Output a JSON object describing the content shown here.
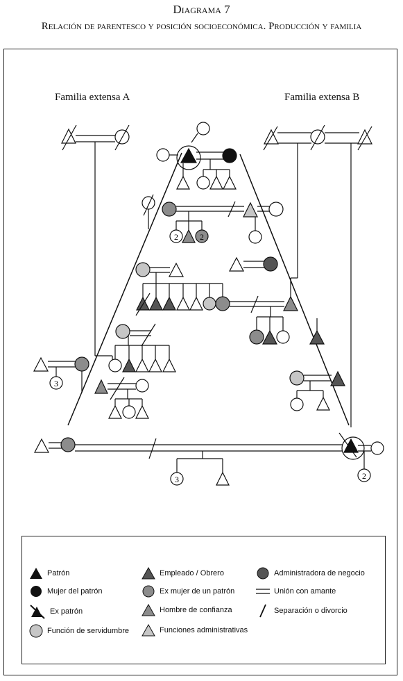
{
  "header": {
    "diagram_number": "Diagrama 7",
    "subtitle": "Relación de parentesco y posición socioeconómica. Producción y familia"
  },
  "families": {
    "a_label": "Familia extensa A",
    "b_label": "Familia extensa B"
  },
  "counts": {
    "c1": "2",
    "c2": "2",
    "c3": "3",
    "c4": "3",
    "c5": "2"
  },
  "legend": {
    "items": [
      {
        "label": "Patrón",
        "symbol": "triangle-black"
      },
      {
        "label": "Mujer del patrón",
        "symbol": "circle-black"
      },
      {
        "label": "Ex patrón",
        "symbol": "triangle-black-slash"
      },
      {
        "label": "Función de servidumbre",
        "symbol": "circle-light-gray"
      },
      {
        "label": "Empleado / Obrero",
        "symbol": "triangle-dark-gray"
      },
      {
        "label": "Ex mujer de un patrón",
        "symbol": "circle-gray"
      },
      {
        "label": "Hombre de confianza",
        "symbol": "triangle-gray"
      },
      {
        "label": "Funciones administrativas",
        "symbol": "triangle-light-gray"
      },
      {
        "label": "Administradora de negocio",
        "symbol": "circle-dark-gray"
      },
      {
        "label": "Unión con amante",
        "symbol": "double-line"
      },
      {
        "label": "Separación o divorcio",
        "symbol": "slash"
      }
    ]
  },
  "colors": {
    "black": "#111111",
    "dark_gray": "#555555",
    "gray": "#8c8c8c",
    "light_gray": "#c6c6c6",
    "white": "#ffffff"
  }
}
